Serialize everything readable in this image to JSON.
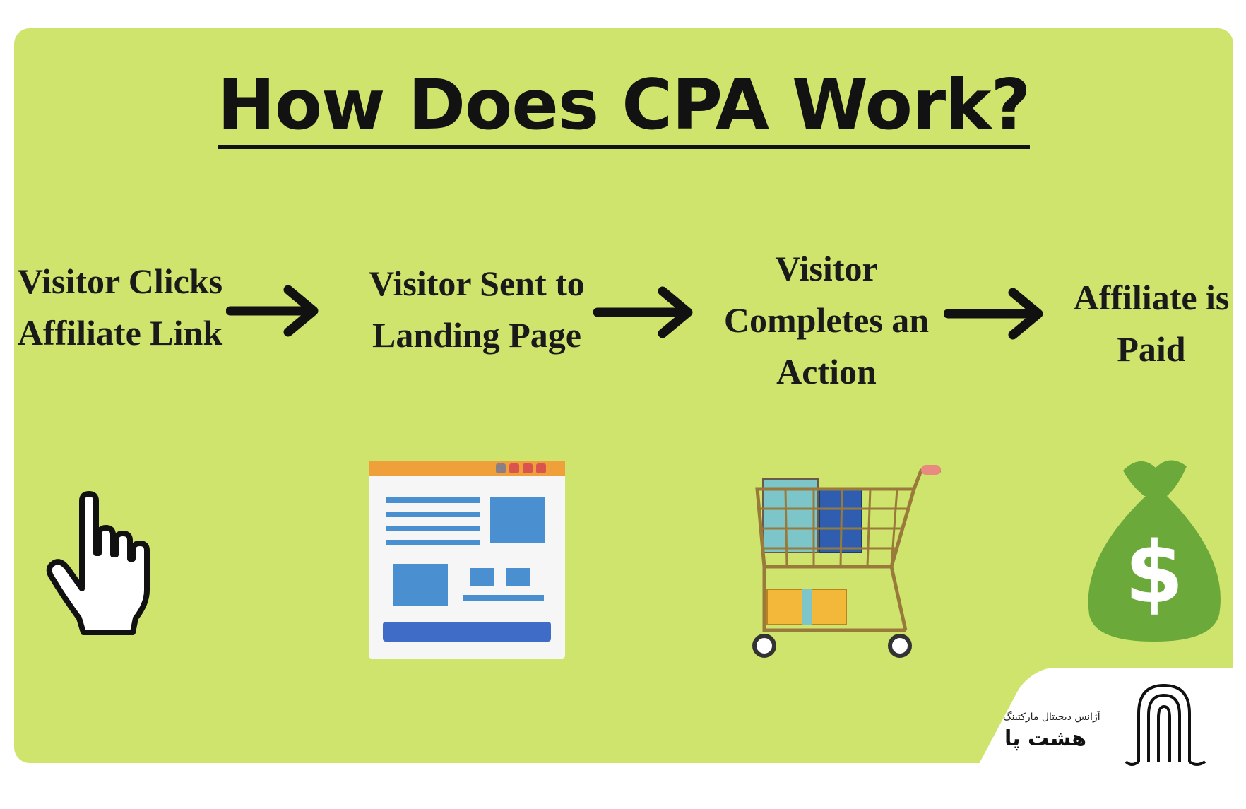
{
  "title": "How Does CPA Work?",
  "steps": [
    {
      "label": "Visitor Clicks\nAffiliate Link",
      "icon": "hand-cursor-icon"
    },
    {
      "label": "Visitor Sent to\nLanding Page",
      "icon": "landing-page-icon"
    },
    {
      "label": "Visitor\nCompletes an\nAction",
      "icon": "shopping-cart-icon"
    },
    {
      "label": "Affiliate is\nPaid",
      "icon": "money-bag-icon"
    }
  ],
  "brand": {
    "tagline": "آژانس دیجیتال مارکتینگ",
    "name": "هشت پا",
    "logo": "octopus-logo-icon"
  },
  "colors": {
    "background": "#cee46d",
    "title": "#121212",
    "arrow": "#111111",
    "money_bag": "#6aa93a",
    "page_header": "#f0a03a",
    "page_blocks": "#4a8fd0"
  }
}
